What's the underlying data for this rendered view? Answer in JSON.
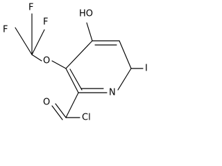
{
  "molecule": {
    "labels": {
      "oh": "HO",
      "i": "I",
      "n": "N",
      "o_ether": "O",
      "f1": "F",
      "f2": "F",
      "f3": "F",
      "o_carbonyl": "O",
      "cl": "Cl"
    }
  }
}
